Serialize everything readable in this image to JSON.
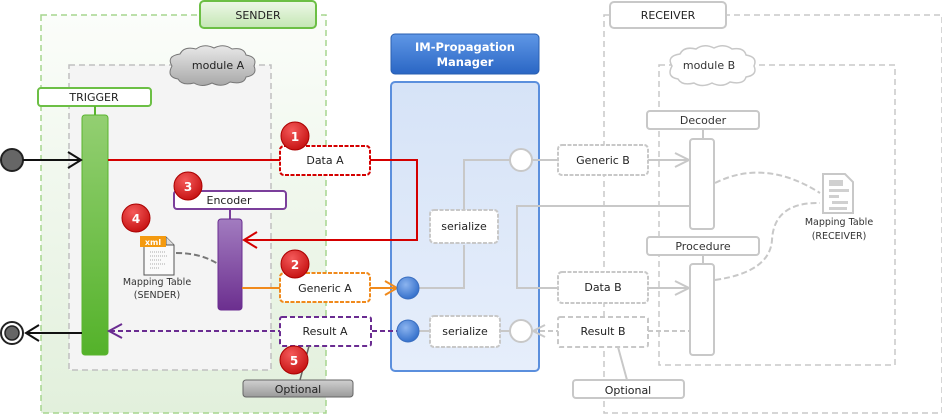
{
  "diagram": {
    "sender": {
      "title": "SENDER",
      "module": "module A",
      "trigger": "TRIGGER",
      "encoder": "Encoder",
      "mapping_table_line1": "Mapping Table",
      "mapping_table_line2": "(SENDER)",
      "file_tag": "xml",
      "messages": {
        "data": "Data A",
        "generic": "Generic A",
        "result": "Result A"
      },
      "optional": "Optional"
    },
    "manager": {
      "title_line1": "IM-Propagation",
      "title_line2": "Manager",
      "serialize_top": "serialize",
      "serialize_bottom": "serialize"
    },
    "receiver": {
      "title": "RECEIVER",
      "module": "module B",
      "decoder": "Decoder",
      "procedure": "Procedure",
      "mapping_table_line1": "Mapping Table",
      "mapping_table_line2": "(RECEIVER)",
      "messages": {
        "generic": "Generic B",
        "data": "Data B",
        "result": "Result B"
      },
      "optional": "Optional"
    },
    "badges": [
      "1",
      "2",
      "3",
      "4",
      "5"
    ],
    "colors": {
      "sender_green": "#6cbf45",
      "trigger_green": "#5ab42e",
      "encoder_purple": "#7b3f9b",
      "data_red": "#d40000",
      "generic_orange": "#f08a1c",
      "result_purple": "#6a2c91",
      "manager_blue": "#3b78d8",
      "manager_fill": "#dce7f8",
      "receiver_gray": "#c8c8c8",
      "badge_red": "#d01818"
    }
  }
}
